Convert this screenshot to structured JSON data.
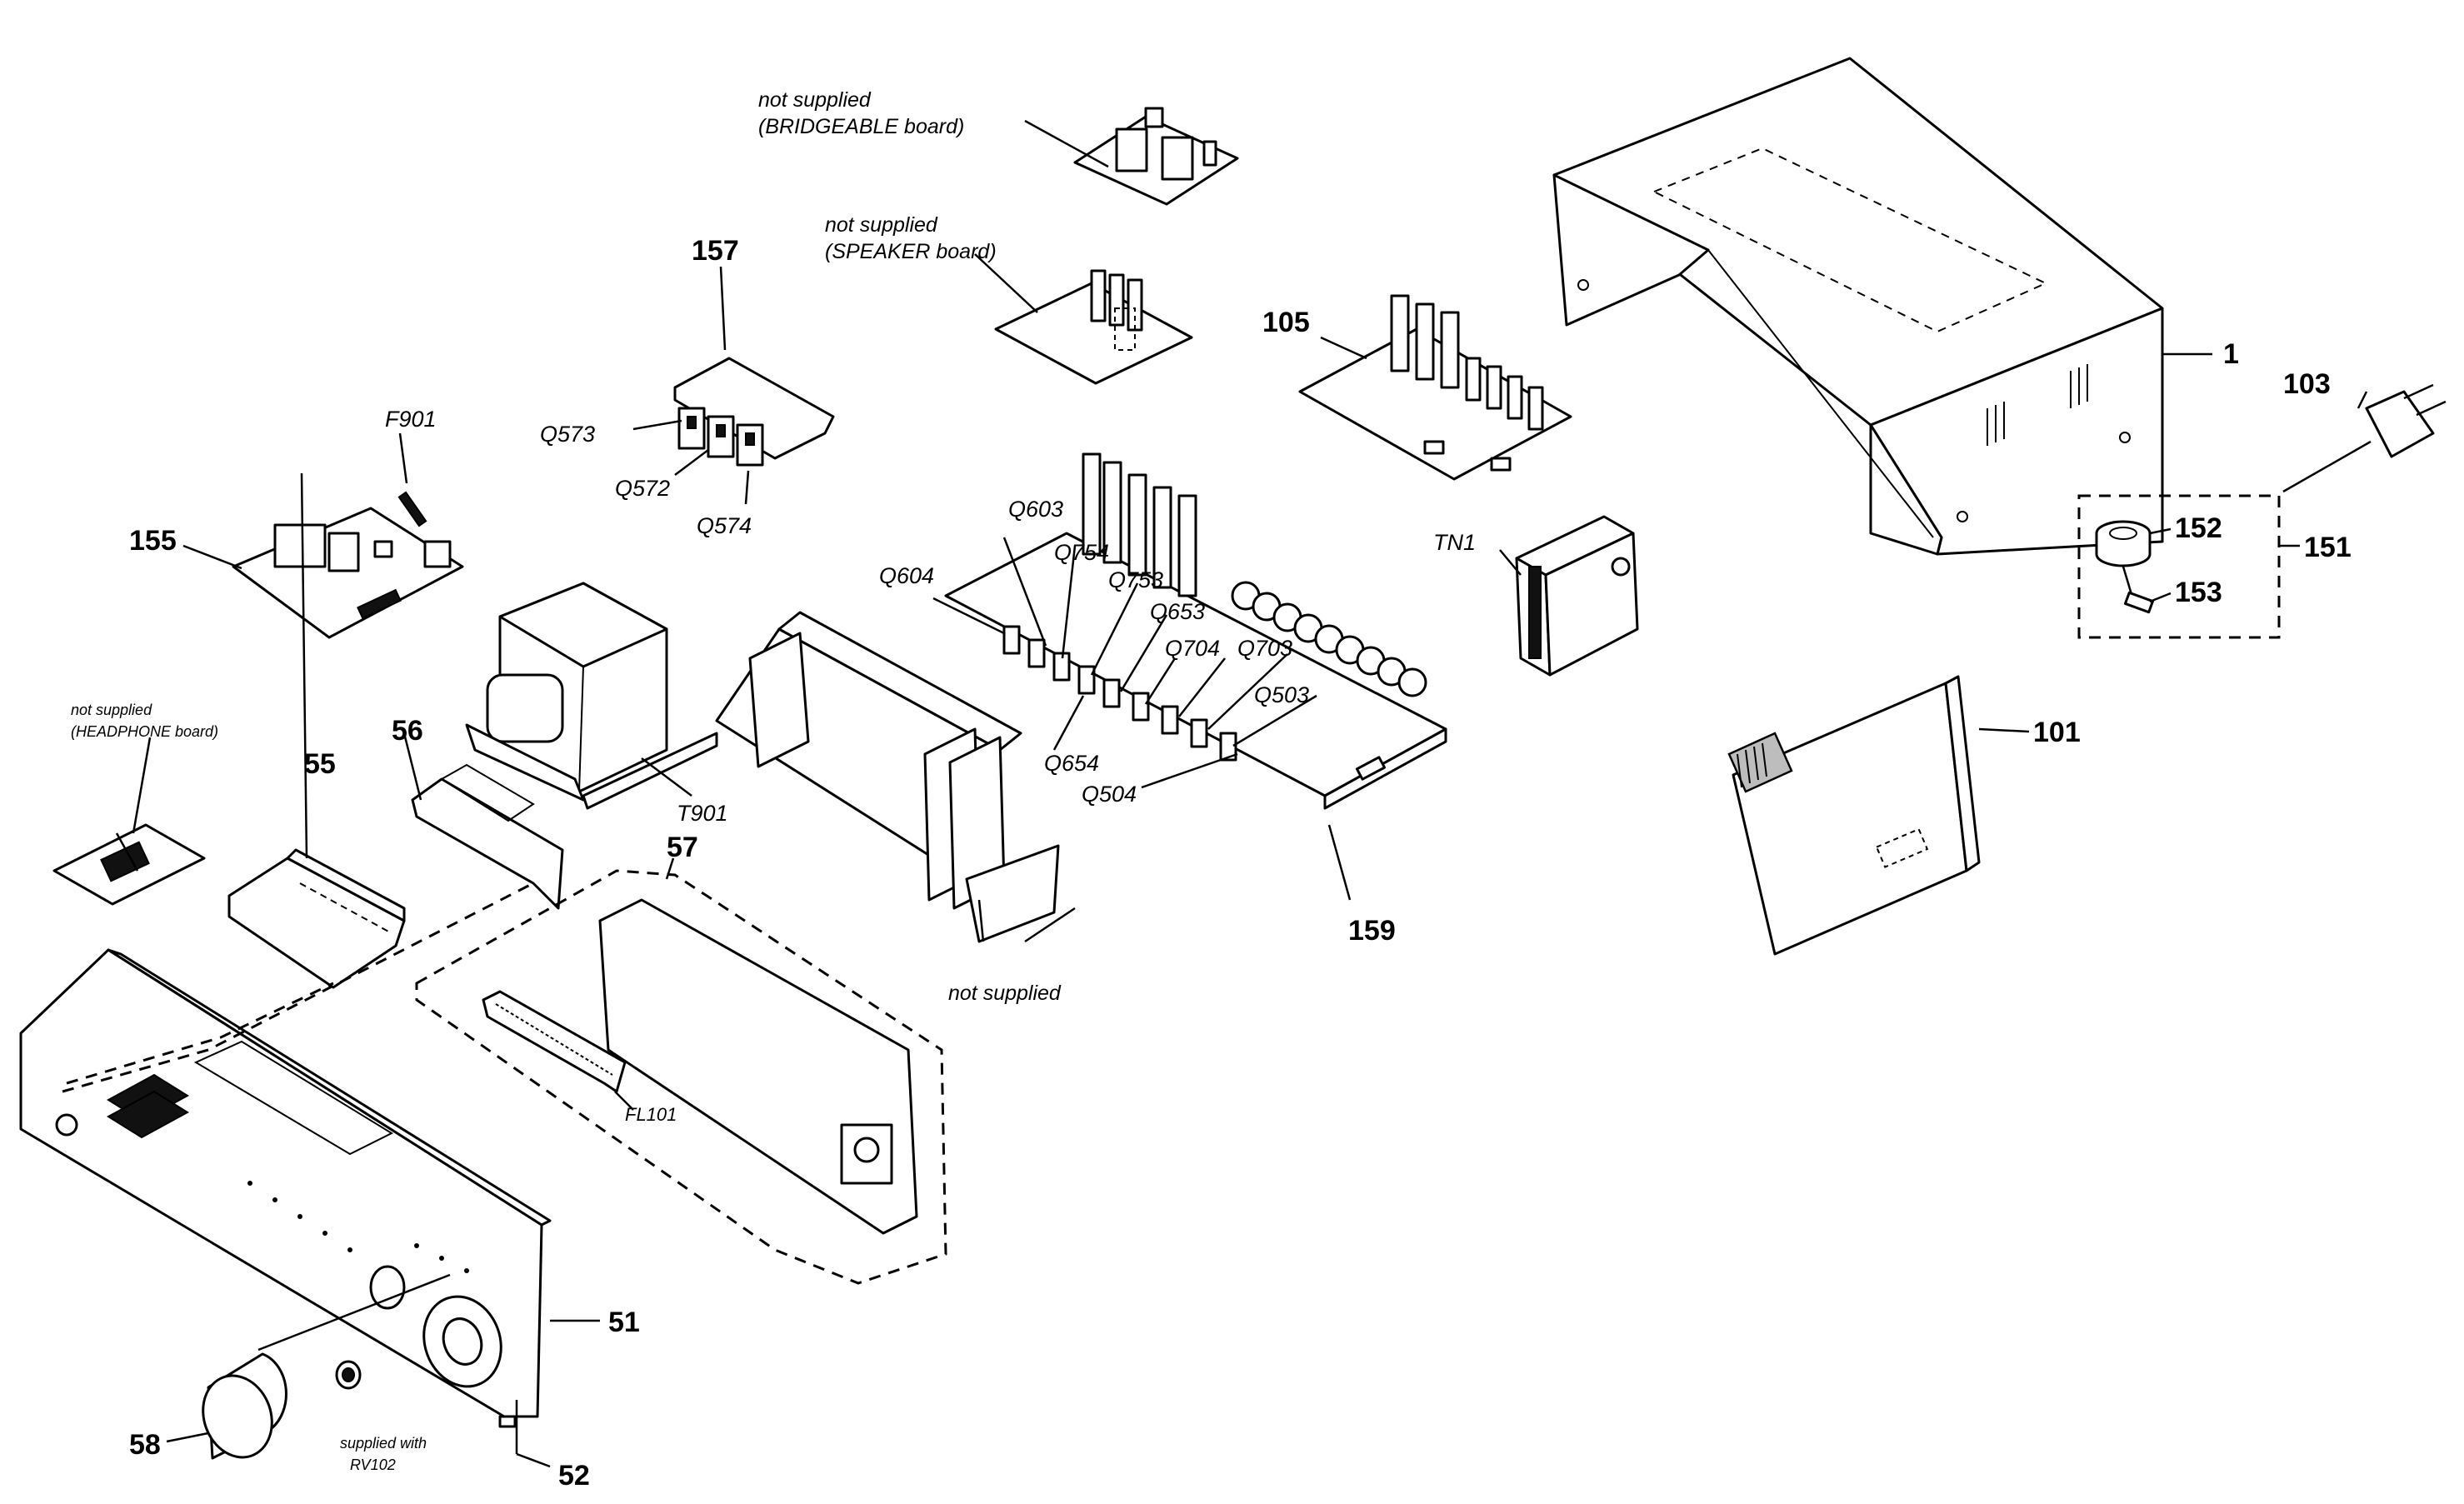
{
  "labels": {
    "p1": "1",
    "p51": "51",
    "p52": "52",
    "p55": "55",
    "p56": "56",
    "p57": "57",
    "p58": "58",
    "p101": "101",
    "p103": "103",
    "p105": "105",
    "p151": "151",
    "p152": "152",
    "p153": "153",
    "p155": "155",
    "p157": "157",
    "p159": "159",
    "f901": "F901",
    "t901": "T901",
    "tn1": "TN1",
    "fl101": "FL101",
    "q503": "Q503",
    "q504": "Q504",
    "q572": "Q572",
    "q573": "Q573",
    "q574": "Q574",
    "q603": "Q603",
    "q604": "Q604",
    "q653": "Q653",
    "q654": "Q654",
    "q703": "Q703",
    "q704": "Q704",
    "q753": "Q753",
    "q754": "Q754"
  },
  "notes": {
    "bridgeable_1": "not supplied",
    "bridgeable_2": "(BRIDGEABLE board)",
    "speaker_1": "not supplied",
    "speaker_2": "(SPEAKER board)",
    "headphone_1": "not supplied",
    "headphone_2": "(HEADPHONE board)",
    "heatsink": "not supplied",
    "rv_1": "supplied with",
    "rv_2": "RV102"
  }
}
